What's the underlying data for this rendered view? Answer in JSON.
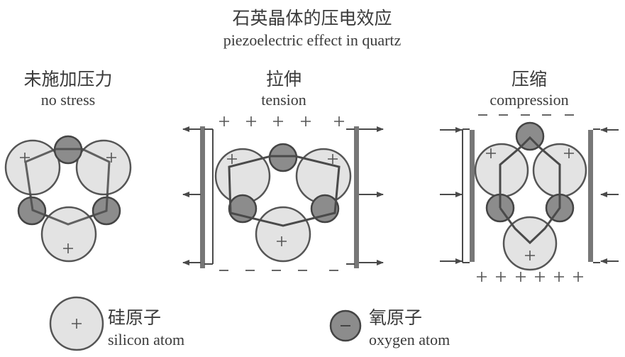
{
  "title": {
    "zh": "石英晶体的压电效应",
    "en": "piezoelectric effect in quartz"
  },
  "panels": {
    "no_stress": {
      "zh": "未施加压力",
      "en": "no stress"
    },
    "tension": {
      "zh": "拉伸",
      "en": "tension"
    },
    "compression": {
      "zh": "压缩",
      "en": "compression"
    }
  },
  "legend": {
    "silicon": {
      "zh": "硅原子",
      "en": "silicon atom"
    },
    "oxygen": {
      "zh": "氧原子",
      "en": "oxygen atom"
    }
  },
  "colors": {
    "silicon_fill": "#e3e3e3",
    "oxygen_fill": "#8c8c8c",
    "plate": "#777777",
    "line": "#4a4a4a"
  }
}
